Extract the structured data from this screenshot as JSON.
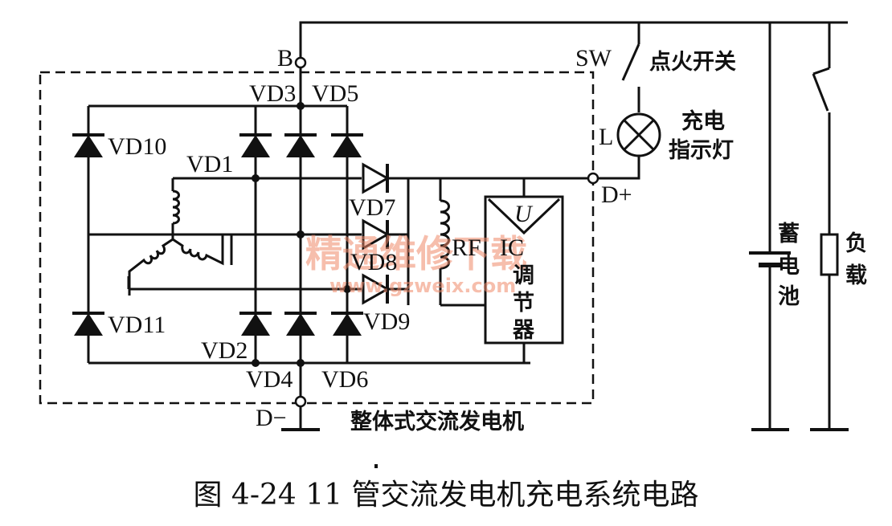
{
  "labels": {
    "B": "B",
    "SW": "SW",
    "ignition_switch": "点火开关",
    "L": "L",
    "charge_lamp_1": "充电",
    "charge_lamp_2": "指示灯",
    "VD3": "VD3",
    "VD5": "VD5",
    "VD10": "VD10",
    "VD1": "VD1",
    "VD7": "VD7",
    "D_plus": "D+",
    "VD8": "VD8",
    "RF": "RF",
    "regulator_U": "U",
    "regulator_IC": "IC",
    "regulator_1": "调",
    "regulator_2": "节",
    "regulator_3": "器",
    "VD11": "VD11",
    "VD9": "VD9",
    "VD2": "VD2",
    "VD4": "VD4",
    "VD6": "VD6",
    "D_minus": "D−",
    "alternator": "整体式交流发电机",
    "battery_1": "蓄",
    "battery_2": "电",
    "battery_3": "池",
    "load_1": "负",
    "load_2": "载"
  },
  "watermark": {
    "text": "精通维修下载",
    "url": "www.gzweix.com"
  },
  "caption": "图 4-24    11 管交流发电机充电系统电路"
}
